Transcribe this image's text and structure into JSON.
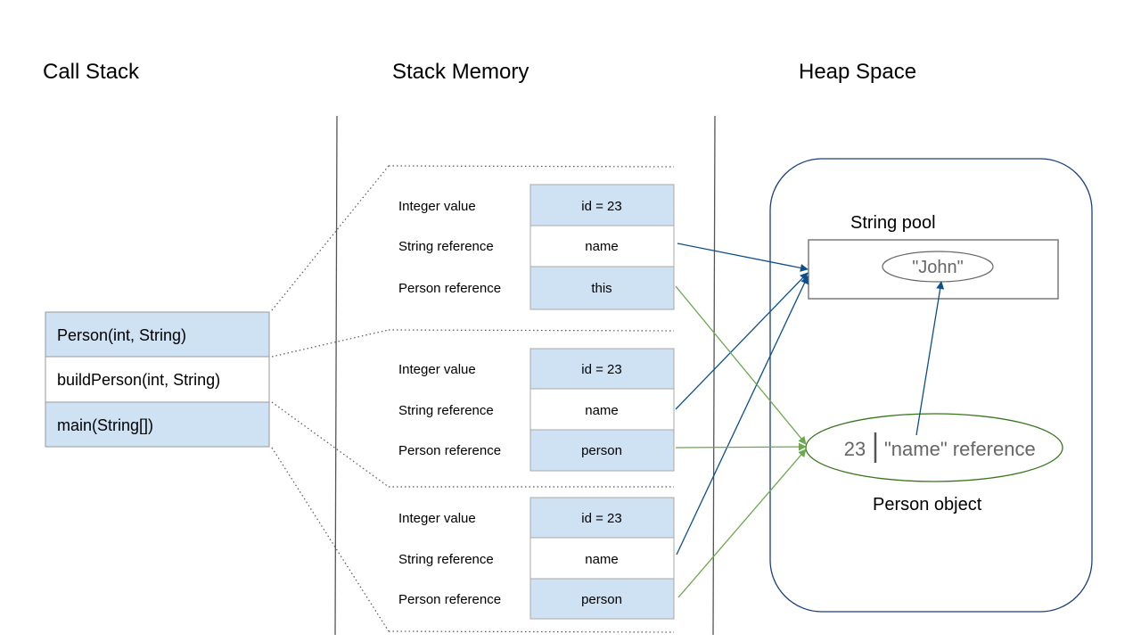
{
  "titles": {
    "call_stack": "Call Stack",
    "stack_memory": "Stack Memory",
    "heap_space": "Heap Space"
  },
  "colors": {
    "cell_blue": "#cfe2f3",
    "cell_white": "#ffffff",
    "arrow_blue": "#0b4f8a",
    "arrow_green": "#6aa84f",
    "heap_border": "#1c3f7c",
    "person_ellipse": "#38761d"
  },
  "call_stack": {
    "frames": [
      {
        "label": "Person(int, String)"
      },
      {
        "label": "buildPerson(int, String)"
      },
      {
        "label": "main(String[])"
      }
    ]
  },
  "stack_memory": {
    "frames": [
      {
        "rows": [
          {
            "label": "Integer value",
            "value": "id = 23"
          },
          {
            "label": "String reference",
            "value": "name"
          },
          {
            "label": "Person reference",
            "value": "this"
          }
        ]
      },
      {
        "rows": [
          {
            "label": "Integer value",
            "value": "id = 23"
          },
          {
            "label": "String reference",
            "value": "name"
          },
          {
            "label": "Person reference",
            "value": "person"
          }
        ]
      },
      {
        "rows": [
          {
            "label": "Integer value",
            "value": "id = 23"
          },
          {
            "label": "String reference",
            "value": "name"
          },
          {
            "label": "Person reference",
            "value": "person"
          }
        ]
      }
    ]
  },
  "heap": {
    "string_pool_label": "String pool",
    "john_literal": "\"John\"",
    "person_id_value": "23",
    "person_name_field": "\"name\" reference",
    "person_object_label": "Person object"
  }
}
